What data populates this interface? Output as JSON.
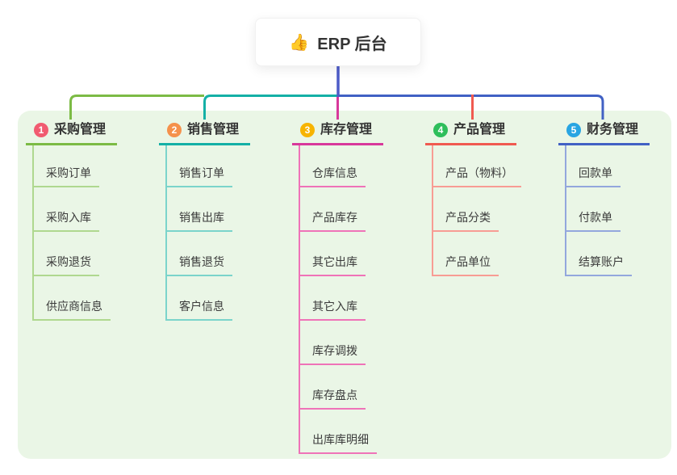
{
  "root": {
    "icon": "thumbs-up",
    "icon_glyph": "👍",
    "label": "ERP 后台"
  },
  "colors": {
    "panel_bg": "#EAF6E6",
    "trunk": "#4C5BC8",
    "root_text": "#333333"
  },
  "branches": [
    {
      "badge": "1",
      "label": "采购管理",
      "badge_color": "#F15B70",
      "line_color": "#7CBB45",
      "tint_color": "#AFD88F",
      "children": [
        "采购订单",
        "采购入库",
        "采购退货",
        "供应商信息"
      ]
    },
    {
      "badge": "2",
      "label": "销售管理",
      "badge_color": "#F5914B",
      "line_color": "#14B0A6",
      "tint_color": "#7BD4CB",
      "children": [
        "销售订单",
        "销售出库",
        "销售退货",
        "客户信息"
      ]
    },
    {
      "badge": "3",
      "label": "库存管理",
      "badge_color": "#F7B400",
      "line_color": "#D8389B",
      "tint_color": "#EF73B8",
      "children": [
        "仓库信息",
        "产品库存",
        "其它出库",
        "其它入库",
        "库存调拨",
        "库存盘点",
        "出库库明细"
      ]
    },
    {
      "badge": "4",
      "label": "产品管理",
      "badge_color": "#2EBE5B",
      "line_color": "#F05A50",
      "tint_color": "#F89C94",
      "children": [
        "产品（物料）",
        "产品分类",
        "产品单位"
      ]
    },
    {
      "badge": "5",
      "label": "财务管理",
      "badge_color": "#28A5E2",
      "line_color": "#4161C4",
      "tint_color": "#93A7DD",
      "children": [
        "回款单",
        "付款单",
        "结算账户"
      ]
    }
  ]
}
